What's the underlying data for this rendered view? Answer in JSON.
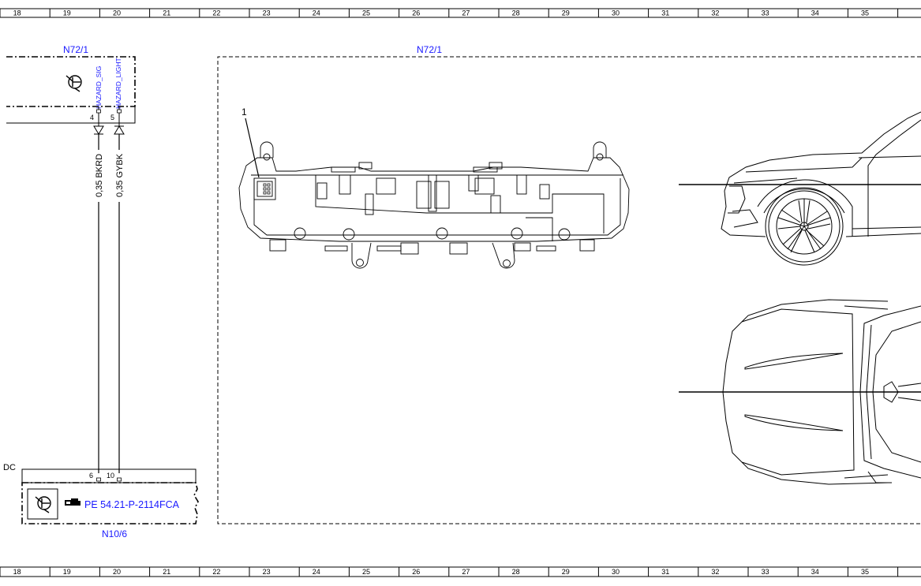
{
  "grid": {
    "columns": [
      "18",
      "19",
      "20",
      "21",
      "22",
      "23",
      "24",
      "25",
      "26",
      "27",
      "28",
      "29",
      "30",
      "31",
      "32",
      "33",
      "34",
      "35"
    ]
  },
  "module_upper": {
    "name": "N72/1",
    "pins": [
      {
        "number": "4",
        "signal": "HAZARD_SIG"
      },
      {
        "number": "5",
        "signal": "HAZARD_LIGHT"
      }
    ]
  },
  "location_frame": {
    "name": "N72/1",
    "callout": "1"
  },
  "wires": [
    {
      "label": "0,35 BKRD"
    },
    {
      "label": "0,35 GYBK"
    }
  ],
  "module_lower": {
    "name": "N10/6",
    "prefix": "DC",
    "pins": [
      "6",
      "10"
    ],
    "reference": "PE 54.21-P-2114FCA",
    "reference_icon": "pointing-hand-icon"
  },
  "colors": {
    "line": "#000000",
    "label_blue": "#1a1aff"
  }
}
